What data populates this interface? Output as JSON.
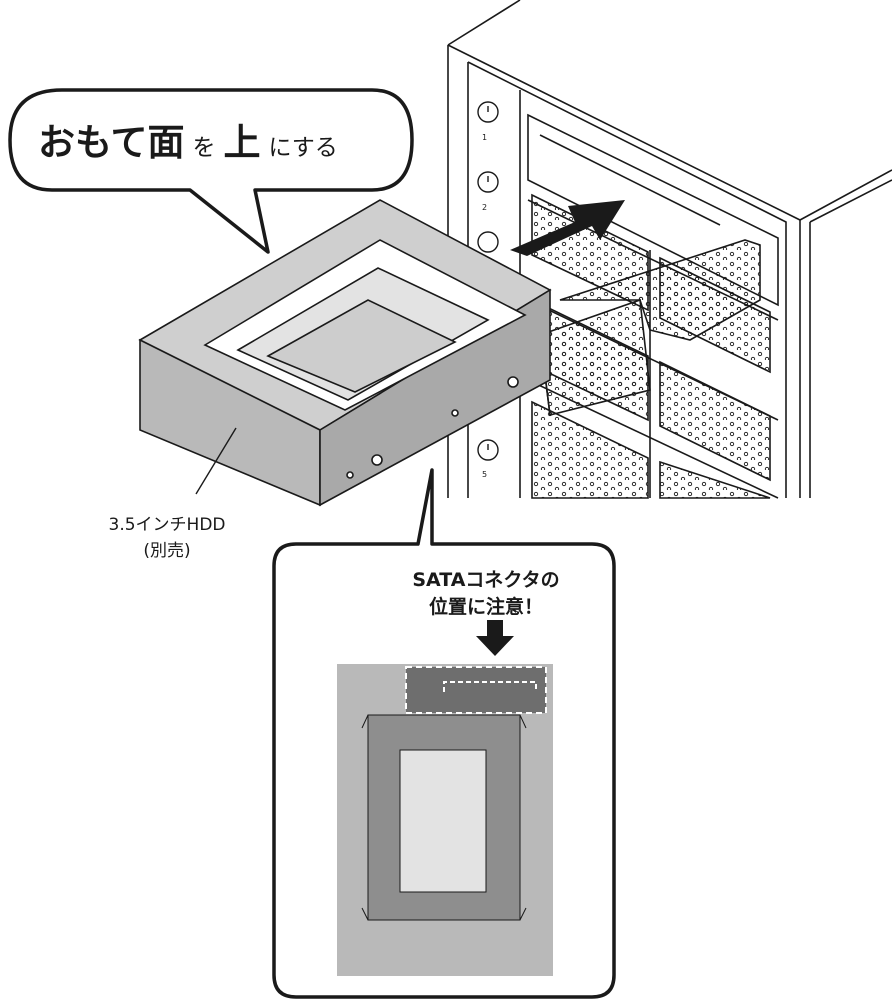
{
  "bubble": {
    "part1": "おもて面",
    "part2": "を",
    "part3": "上",
    "part4": "にする"
  },
  "hdd_label": {
    "line1": "3.5インチHDD",
    "line2": "(別売)"
  },
  "callout": {
    "line1": "SATAコネクタの",
    "line2": "位置に注意！"
  },
  "enclosure_slots": [
    "1",
    "2",
    "5"
  ],
  "colors": {
    "outline": "#1a1a1a",
    "tray_gray": "#b9b9b9",
    "tray_dark": "#8e8e8e",
    "hdd_light": "#e3e3e3",
    "connector": "#6e6e6e",
    "arrow": "#1a1a1a"
  }
}
